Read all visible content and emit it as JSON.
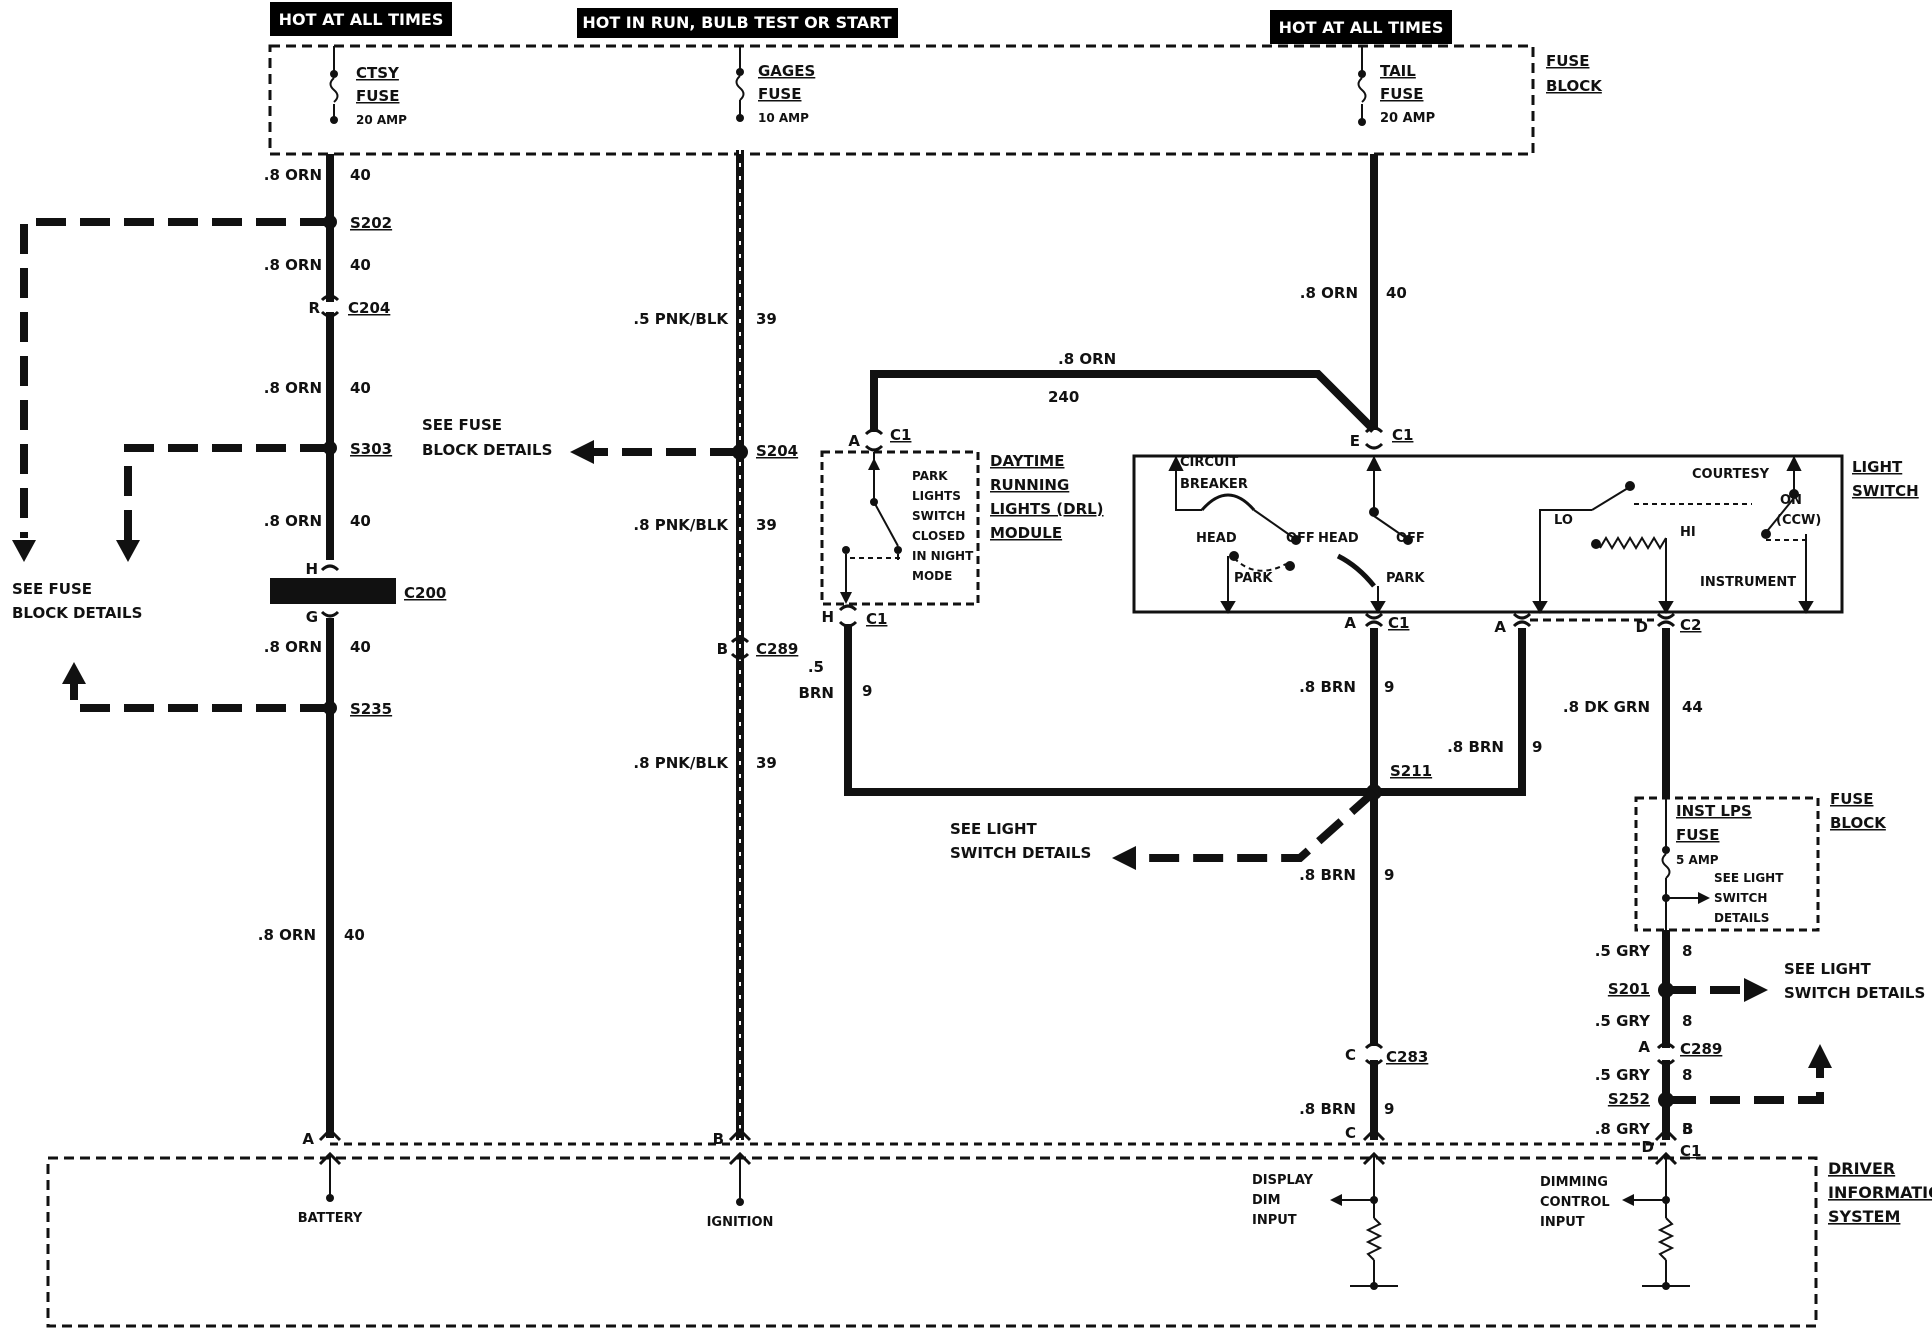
{
  "headers": {
    "ctsy": "HOT AT ALL TIMES",
    "gages": "HOT IN RUN, BULB TEST OR START",
    "tail": "HOT AT ALL TIMES"
  },
  "fuse_block_top": [
    "FUSE",
    "BLOCK"
  ],
  "fuses": {
    "ctsy": {
      "name": "CTSY",
      "word": "FUSE",
      "amp": "20 AMP"
    },
    "gages": {
      "name": "GAGES",
      "word": "FUSE",
      "amp": "10 AMP"
    },
    "tail": {
      "name": "TAIL",
      "word": "FUSE",
      "amp": "20 AMP"
    },
    "inst": {
      "name": "INST LPS",
      "word": "FUSE",
      "amp": "5 AMP"
    }
  },
  "fuse_block_inst": [
    "FUSE",
    "BLOCK"
  ],
  "inst_fuse_note": [
    "SEE LIGHT",
    "SWITCH",
    "DETAILS"
  ],
  "wires": {
    "w1": {
      "gauge": ".8 ORN",
      "circuit": "40"
    },
    "w2": {
      "gauge": ".8 ORN",
      "circuit": "40"
    },
    "w3": {
      "gauge": ".8 ORN",
      "circuit": "40"
    },
    "w4": {
      "gauge": ".8 ORN",
      "circuit": "40"
    },
    "w5": {
      "gauge": ".8 ORN",
      "circuit": "40"
    },
    "w6": {
      "gauge": ".8 ORN",
      "circuit": "40"
    },
    "g1": {
      "gauge": ".5 PNK/BLK",
      "circuit": "39"
    },
    "g2": {
      "gauge": ".8 PNK/BLK",
      "circuit": "39"
    },
    "g3": {
      "gauge": ".8 PNK/BLK",
      "circuit": "39"
    },
    "t1": {
      "gauge": ".8 ORN",
      "circuit": "40"
    },
    "t2": {
      "gauge": ".8 ORN",
      "circuit": "240"
    },
    "drl": {
      "gauge_1": ".5",
      "gauge_2": "BRN",
      "circuit": "9"
    },
    "b1": {
      "gauge": ".8 BRN",
      "circuit": "9"
    },
    "b2": {
      "gauge": ".8 BRN",
      "circuit": "9"
    },
    "b3": {
      "gauge": ".8 BRN",
      "circuit": "9"
    },
    "b4": {
      "gauge": ".8 BRN",
      "circuit": "9"
    },
    "dg": {
      "gauge": ".8 DK GRN",
      "circuit": "44"
    },
    "gr1": {
      "gauge": ".5 GRY",
      "circuit": "8"
    },
    "gr2": {
      "gauge": ".5 GRY",
      "circuit": "8"
    },
    "gr3": {
      "gauge": ".5 GRY",
      "circuit": "8"
    },
    "gr4": {
      "gauge": ".8 GRY",
      "circuit": "8"
    }
  },
  "splices": {
    "s202": "S202",
    "s303": "S303",
    "s235": "S235",
    "s204": "S204",
    "s211": "S211",
    "s201": "S201",
    "s252": "S252"
  },
  "connectors": {
    "c204": {
      "id": "C204",
      "pin": "R"
    },
    "c200": {
      "id": "C200",
      "pin_top": "H",
      "pin_bottom": "G"
    },
    "c289_gages": {
      "id": "C289",
      "pin": "B"
    },
    "drl_top": {
      "id": "C1",
      "pin": "A"
    },
    "drl_bottom": {
      "id": "C1",
      "pin": "H"
    },
    "ls_e": {
      "id": "C1",
      "pin": "E"
    },
    "ls_a": {
      "id": "C1",
      "pin": "A"
    },
    "ls_a2": {
      "pin": "A"
    },
    "ls_c2": {
      "id": "C2",
      "pin": "D"
    },
    "c283": {
      "id": "C283",
      "pin": "C"
    },
    "c289_gry": {
      "id": "C289",
      "pin": "A"
    },
    "dis_a": {
      "pin": "A"
    },
    "dis_b": {
      "pin": "B"
    },
    "dis_c": {
      "pin": "C"
    },
    "dis_d": {
      "id": "C1",
      "pin_left": "D",
      "pin_right": "B"
    }
  },
  "notes": {
    "see_fuse_left": [
      "SEE FUSE",
      "BLOCK DETAILS"
    ],
    "see_fuse_mid": [
      "SEE FUSE",
      "BLOCK DETAILS"
    ],
    "see_light_mid": [
      "SEE LIGHT",
      "SWITCH DETAILS"
    ],
    "see_light_right": [
      "SEE LIGHT",
      "SWITCH DETAILS"
    ]
  },
  "drl_module": {
    "title": [
      "DAYTIME",
      "RUNNING",
      "LIGHTS (DRL)",
      "MODULE"
    ],
    "inner": [
      "PARK",
      "LIGHTS",
      "SWITCH",
      "CLOSED",
      "IN NIGHT",
      "MODE"
    ]
  },
  "light_switch": {
    "title": [
      "LIGHT",
      "SWITCH"
    ],
    "circuit_breaker": [
      "CIRCUIT",
      "BREAKER"
    ],
    "head_1": "HEAD",
    "off_1": "OFF",
    "park_1": "PARK",
    "head_2": "HEAD",
    "off_2": "OFF",
    "park_2": "PARK",
    "lo": "LO",
    "hi": "HI",
    "courtesy": "COURTESY",
    "on_1": "ON",
    "on_2": "(CCW)",
    "instrument": "INSTRUMENT"
  },
  "dis": {
    "title": [
      "DRIVER",
      "INFORMATION",
      "SYSTEM"
    ],
    "battery": "BATTERY",
    "ignition": "IGNITION",
    "display_dim": [
      "DISPLAY",
      "DIM",
      "INPUT"
    ],
    "dimming_control": [
      "DIMMING",
      "CONTROL",
      "INPUT"
    ]
  }
}
